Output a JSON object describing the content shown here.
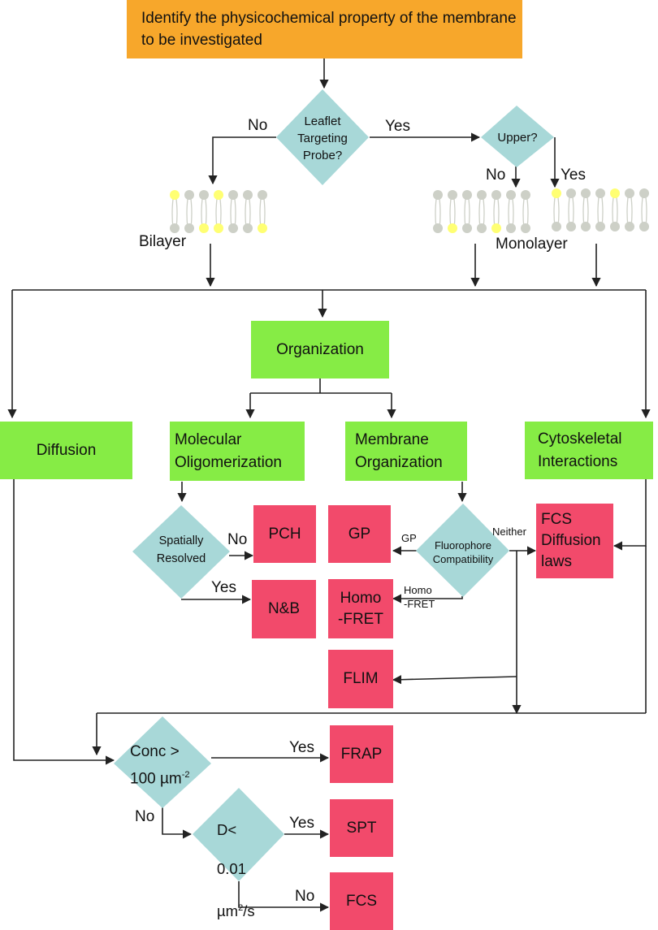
{
  "title": "Identify the physicochemical property of the membrane to be investigated",
  "decisions": {
    "leaflet": "Leaflet\nTargeting\nProbe?",
    "upper": "Upper?",
    "spatially": "Spatially\nResolved",
    "fluorophore": "Fluorophore\nCompatibility",
    "conc": "Conc >\n100 µm",
    "conc_sup": "-2",
    "d_line1": "D<",
    "d_line2": "0.01",
    "d_line3": "µm",
    "d_sup": "2",
    "d_unit_end": "/s"
  },
  "categories": {
    "organization": "Organization",
    "diffusion": "Diffusion",
    "molecular": "Molecular\nOligomerization",
    "membrane": "Membrane\nOrganization",
    "cytoskeletal": "Cytoskeletal\nInteractions"
  },
  "methods": {
    "pch": "PCH",
    "nb": "N&B",
    "gp": "GP",
    "homofret": "Homo\n-FRET",
    "flim": "FLIM",
    "fcs_laws": "FCS\nDiffusion\nlaws",
    "frap": "FRAP",
    "spt": "SPT",
    "fcs": "FCS"
  },
  "labels": {
    "no_leaflet": "No",
    "yes_leaflet": "Yes",
    "no_upper": "No",
    "yes_upper": "Yes",
    "bilayer": "Bilayer",
    "monolayer": "Monolayer",
    "no_spatial": "No",
    "yes_spatial": "Yes",
    "gp_edge": "GP",
    "neither_edge": "Neither",
    "homo_edge": "Homo\n-FRET",
    "yes_conc": "Yes",
    "no_conc": "No",
    "yes_d": "Yes",
    "no_d": "No"
  },
  "colors": {
    "title_box": "#f7a72b",
    "category_box": "#86ec45",
    "method_box": "#f24a6b",
    "decision": "#a8d8d8",
    "lipid_head": "#cdd0c7",
    "lipid_highlight": "#ffff73",
    "line": "#222222"
  }
}
